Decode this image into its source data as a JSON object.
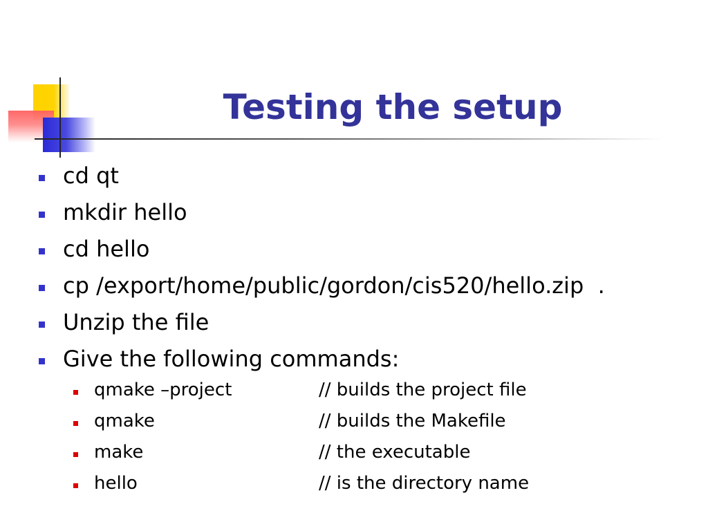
{
  "slide": {
    "title": "Testing the setup",
    "bullets": [
      "cd qt",
      "mkdir hello",
      "cd hello",
      "cp /export/home/public/gordon/cis520/hello.zip  .",
      "Unzip the file",
      "Give the following commands:"
    ],
    "subbullets": [
      {
        "command": "qmake –project",
        "comment": "// builds the project file"
      },
      {
        "command": "qmake",
        "comment": "// builds the Makefile"
      },
      {
        "command": "make",
        "comment": "// the executable"
      },
      {
        "command": "hello",
        "comment": "// is the directory name"
      }
    ]
  },
  "colors": {
    "title": "#333399",
    "bullet_marker": "#3333cc",
    "subbullet_marker": "#dd0000",
    "text": "#000000",
    "background": "#ffffff"
  }
}
